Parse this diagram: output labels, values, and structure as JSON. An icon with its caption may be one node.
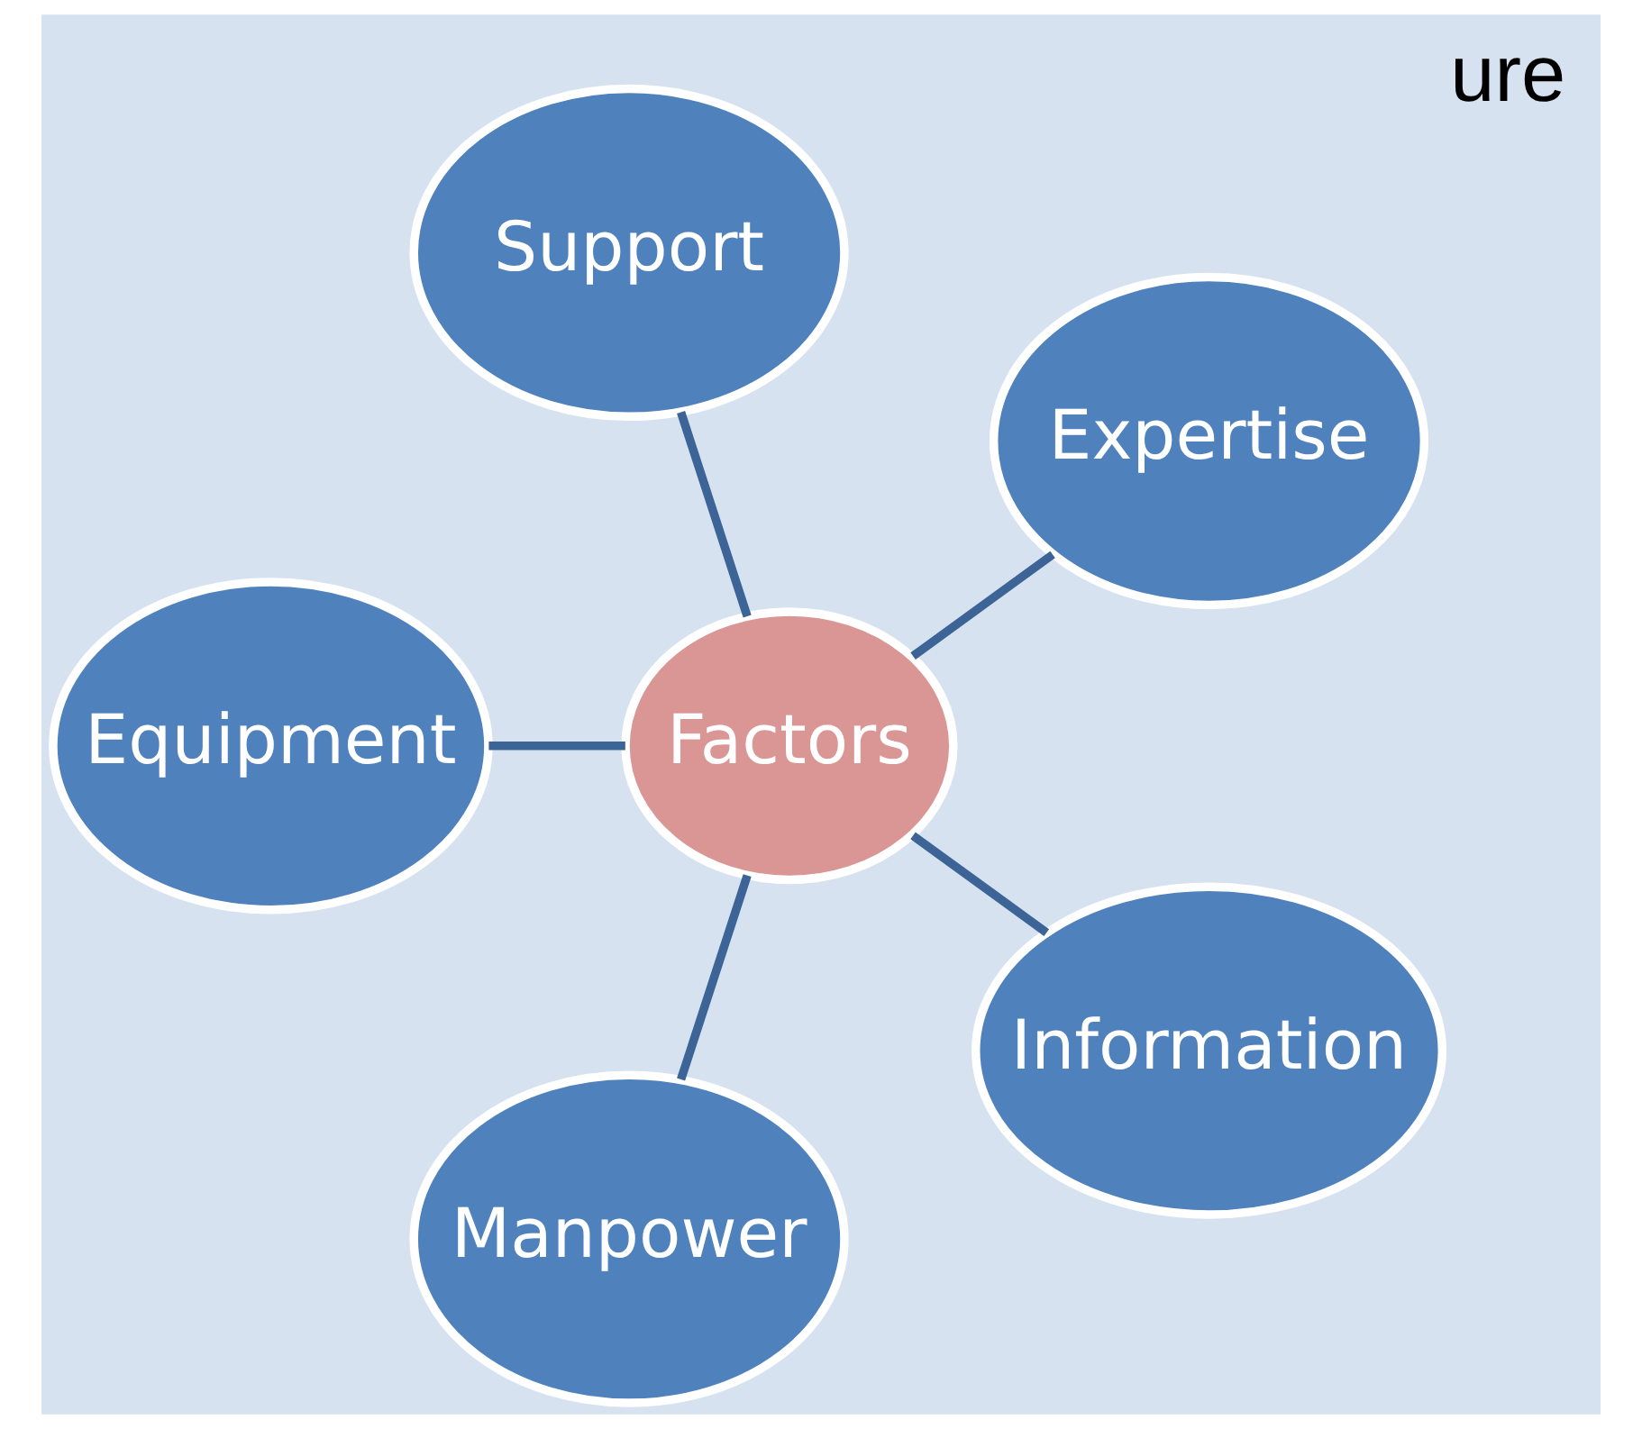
{
  "diagram": {
    "nodes": [
      {
        "text": [
          "Factors"
        ]
      },
      {
        "text": [
          "Expertise"
        ]
      },
      {
        "text": [
          "Support"
        ]
      },
      {
        "text": [
          "Equipment"
        ]
      },
      {
        "text": [
          "Manpower"
        ]
      },
      {
        "text": [
          "Information"
        ]
      }
    ],
    "edges": [
      {
        "from": 0,
        "to": 1,
        "arrow": "none"
      },
      {
        "from": 0,
        "to": 3,
        "arrow": "none"
      },
      {
        "from": 0,
        "to": 5,
        "arrow": "none"
      },
      {
        "from": 0,
        "to": 4,
        "arrow": "none"
      },
      {
        "from": 0,
        "to": 2,
        "arrow": "none"
      }
    ],
    "labels": [
      "ure"
    ]
  }
}
